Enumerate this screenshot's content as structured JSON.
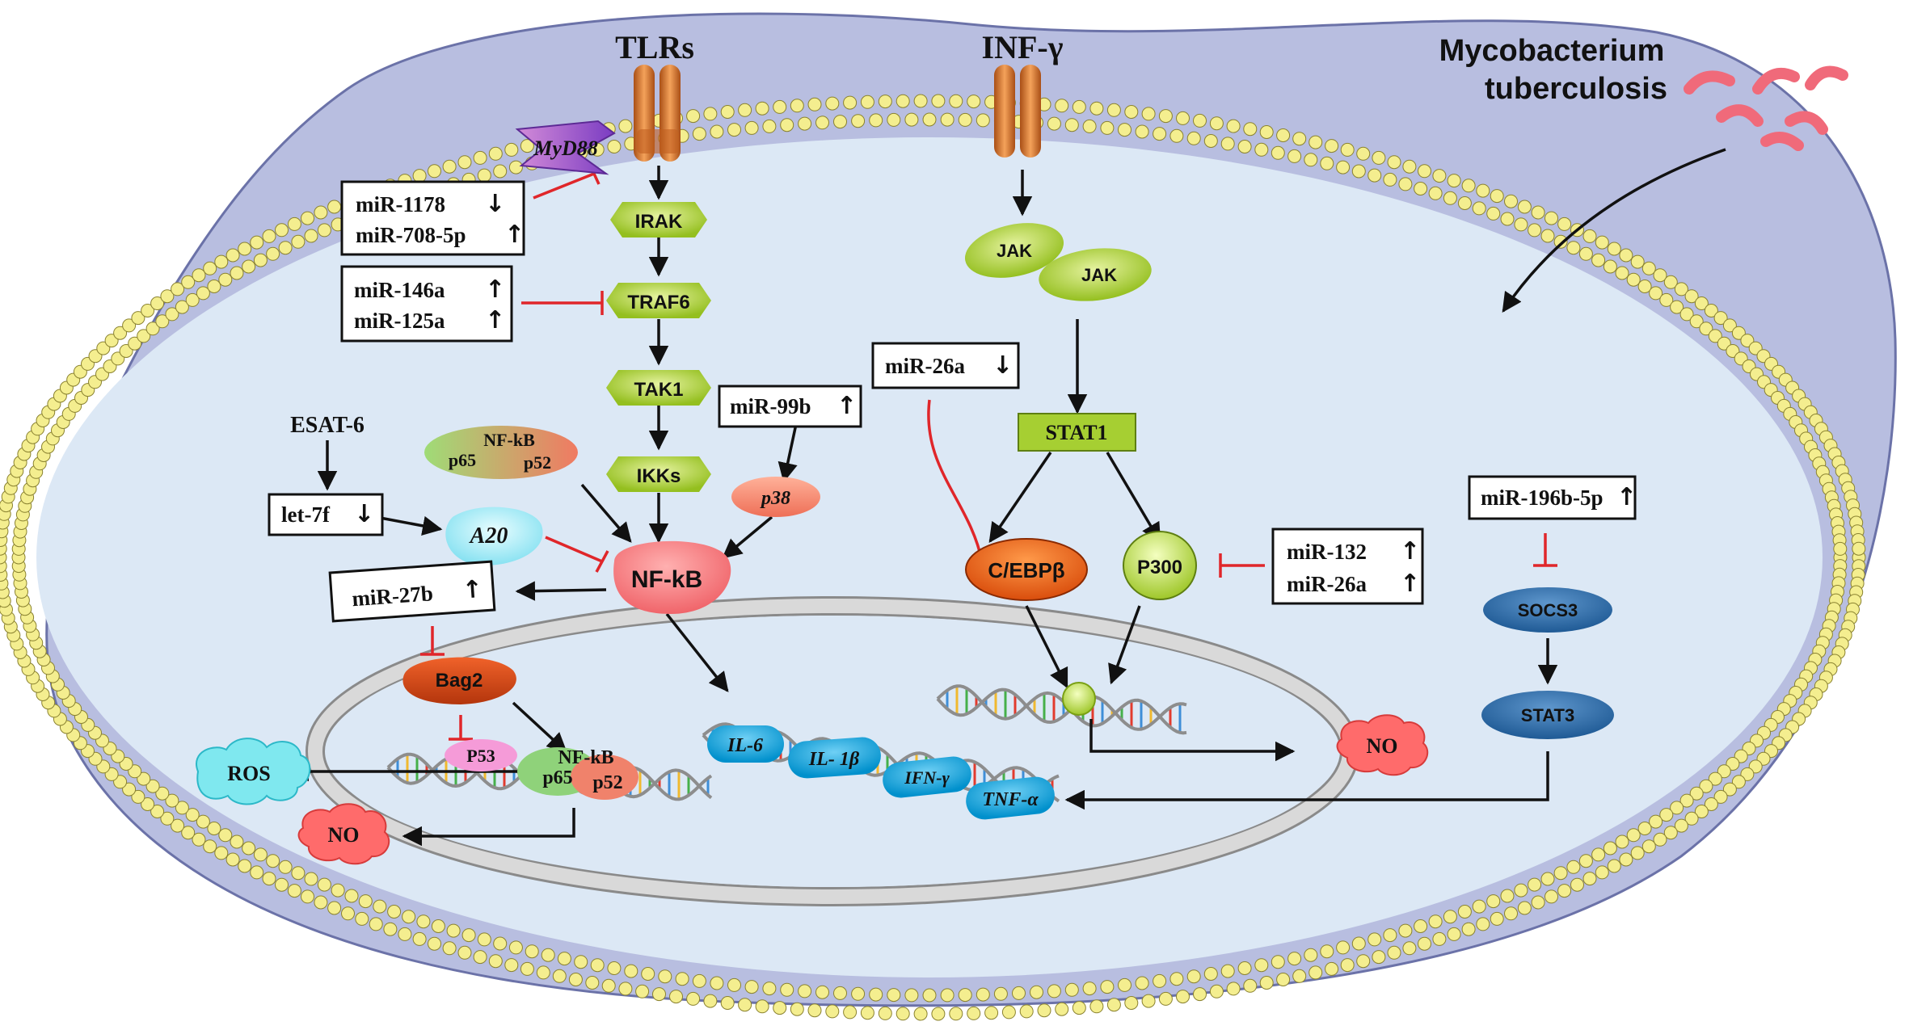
{
  "receptors": {
    "tlrs": "TLRs",
    "ifng": "INF-γ"
  },
  "pathogen": {
    "line1": "Mycobacterium",
    "line2": "tuberculosis"
  },
  "colors": {
    "cytoplasm": "#dbe7f5",
    "membrane_bead": "#f4ee8f",
    "outer_cell": "#b9c0e0",
    "inhibit": "#e0262a",
    "arrow": "#111111",
    "green_node": "#b4d63c",
    "blue_node": "#00a6df",
    "navy_node": "#2d6aa5",
    "red_blob": "#f26b6b"
  },
  "nodes": {
    "myd88": "MyD88",
    "irak": "IRAK",
    "traf6": "TRAF6",
    "tak1": "TAK1",
    "ikks": "IKKs",
    "p38": "p38",
    "nfkb": "NF-kB",
    "nfkb_complex_top": {
      "title": "NF-kB",
      "left": "p65",
      "right": "p52"
    },
    "a20": "A20",
    "esat6": "ESAT-6",
    "bag2": "Bag2",
    "p53": "P53",
    "nfkb_complex_nuc": {
      "title": "NF-kB",
      "left": "p65",
      "right": "p52"
    },
    "ros": "ROS",
    "no_left": "NO",
    "no_right": "NO",
    "jak1": "JAK",
    "jak2": "JAK",
    "stat1": "STAT1",
    "cebpb": "C/EBPβ",
    "p300": "P300",
    "socs3": "SOCS3",
    "stat3": "STAT3",
    "il6": "IL-6",
    "il1b": "IL- 1β",
    "ifng_gene": "IFN-γ",
    "tnfa": "TNF-α"
  },
  "mirna": {
    "box1": [
      "miR-1178",
      "miR-708-5p"
    ],
    "box2": [
      "miR-146a",
      "miR-125a"
    ],
    "let7f": "let-7f",
    "mir99b": "miR-99b",
    "mir27b": "miR-27b",
    "mir26a_single": "miR-26a",
    "box_p300": [
      "miR-132",
      "miR-26a"
    ],
    "mir196b": "miR-196b-5p"
  },
  "direction": {
    "up": "↑",
    "down": "↓"
  }
}
